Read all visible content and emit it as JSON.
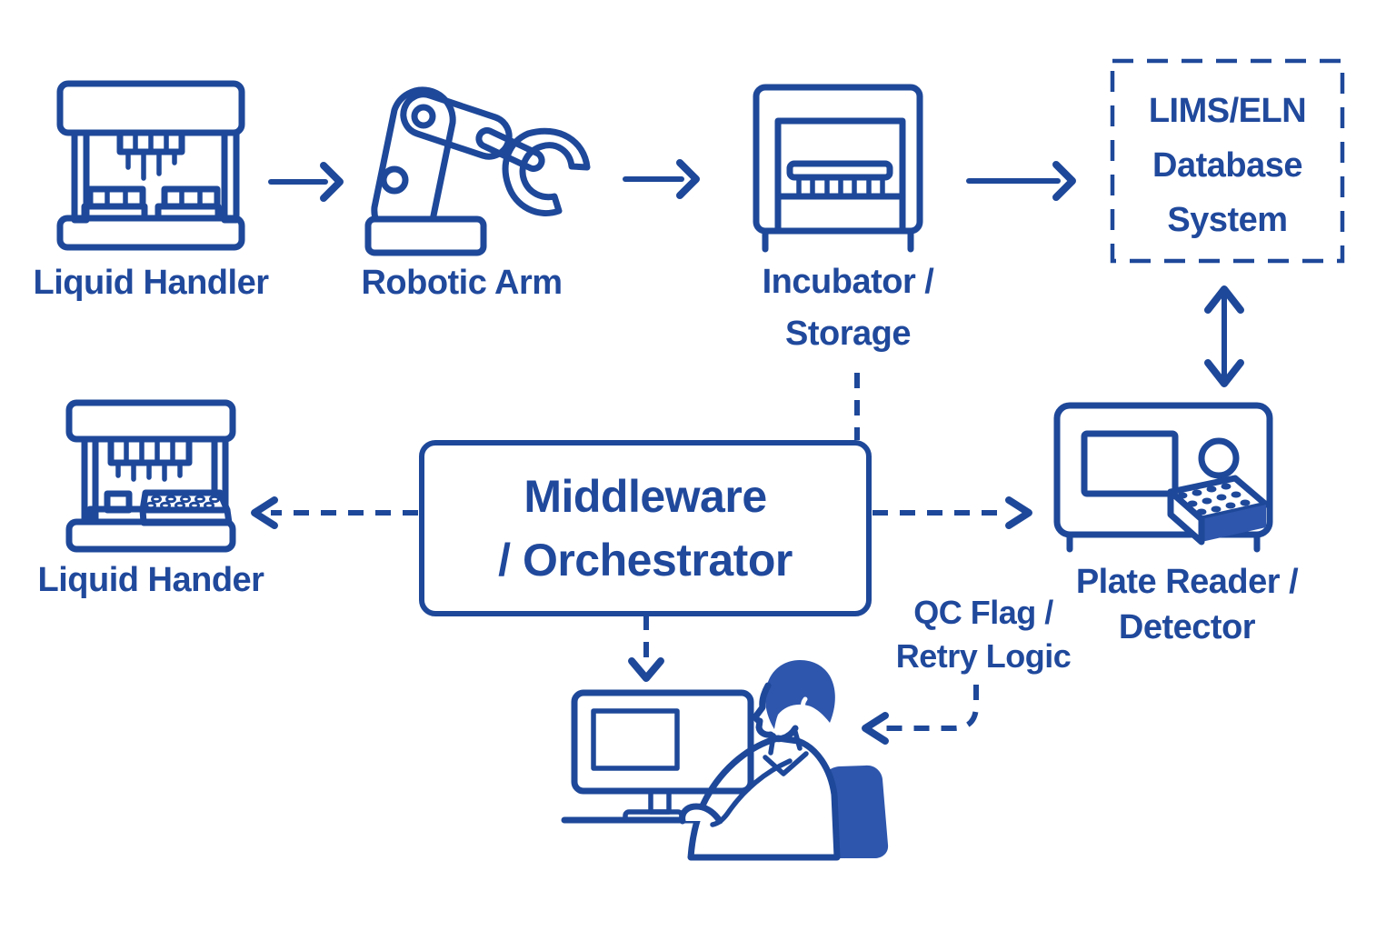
{
  "nodes": {
    "liquid_handler_top": {
      "label": "Liquid Handler"
    },
    "robotic_arm": {
      "label": "Robotic Arm"
    },
    "incubator": {
      "line1": "Incubator /",
      "line2": "Storage"
    },
    "lims": {
      "line1": "LIMS/ELN",
      "line2": "Database",
      "line3": "System"
    },
    "middleware": {
      "line1": "Middleware",
      "line2": "/ Orchestrator"
    },
    "liquid_hander_bottom": {
      "label": "Liquid Hander"
    },
    "plate_reader": {
      "line1": "Plate Reader /",
      "line2": "Detector"
    },
    "qc_note": {
      "line1": "QC Flag /",
      "line2": "Retry Logic"
    }
  },
  "connections": [
    {
      "from": "Liquid Handler",
      "to": "Robotic Arm",
      "style": "solid-arrow"
    },
    {
      "from": "Robotic Arm",
      "to": "Incubator / Storage",
      "style": "solid-arrow"
    },
    {
      "from": "Incubator / Storage",
      "to": "LIMS/ELN Database System",
      "style": "solid-arrow"
    },
    {
      "from": "LIMS/ELN Database System",
      "to": "Plate Reader / Detector",
      "style": "double-headed-arrow"
    },
    {
      "from": "Incubator / Storage",
      "to": "Middleware / Orchestrator",
      "style": "dashed-line"
    },
    {
      "from": "Middleware / Orchestrator",
      "to": "Liquid Hander",
      "style": "dashed-arrow"
    },
    {
      "from": "Middleware / Orchestrator",
      "to": "Plate Reader / Detector",
      "style": "dashed-arrow"
    },
    {
      "from": "Middleware / Orchestrator",
      "to": "analyst-workstation",
      "style": "dashed-arrow"
    },
    {
      "from": "QC Flag / Retry Logic",
      "to": "analyst-workstation",
      "style": "dashed-arrow"
    }
  ],
  "colors": {
    "stroke": "#1e4899",
    "solid_fill": "#2e56ac",
    "text": "#20499c",
    "background": "#ffffff"
  }
}
